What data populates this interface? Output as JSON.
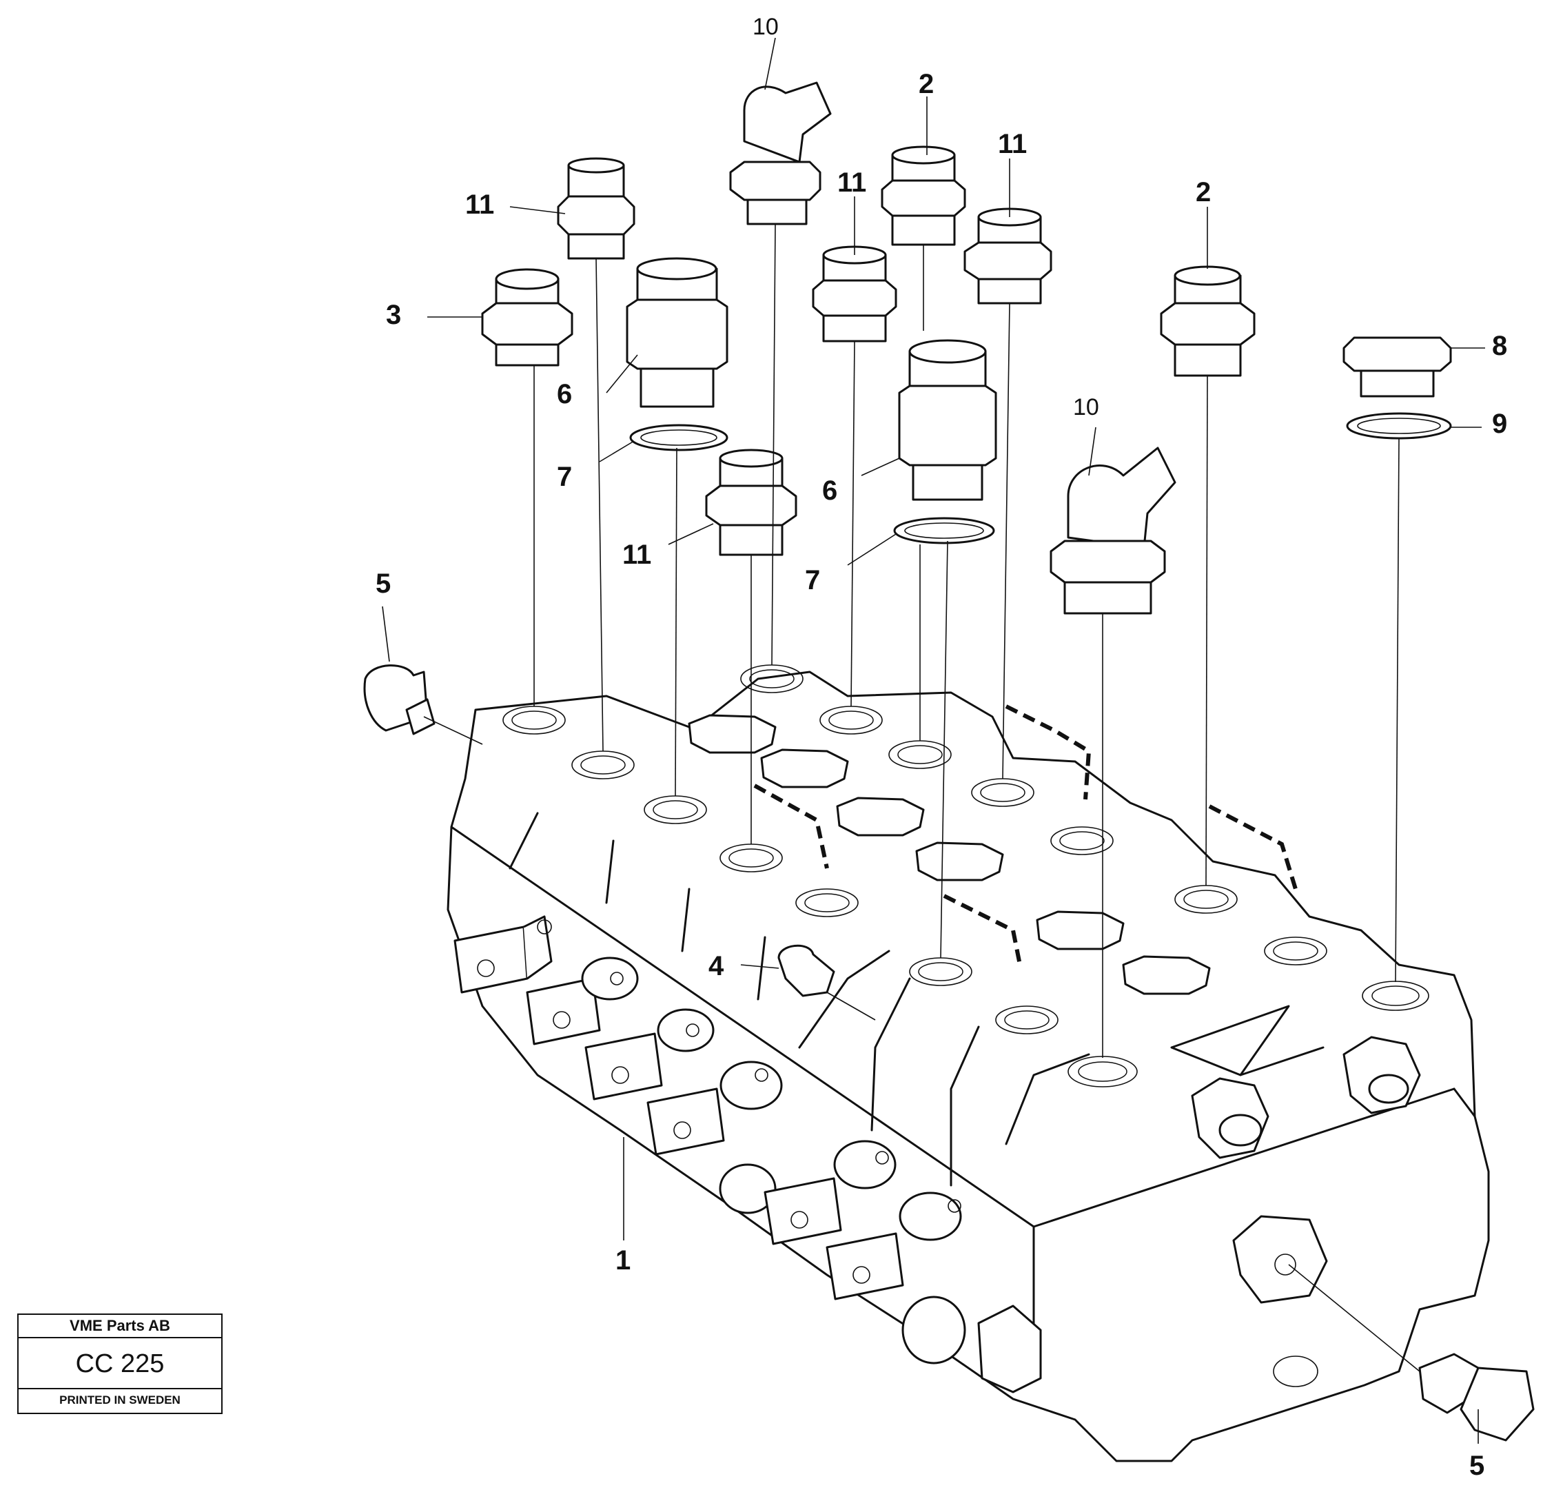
{
  "callouts": [
    {
      "id": "c10a",
      "label": "10"
    },
    {
      "id": "c2a",
      "label": "2"
    },
    {
      "id": "c11a",
      "label": "11"
    },
    {
      "id": "c11b",
      "label": "11"
    },
    {
      "id": "c11c",
      "label": "11"
    },
    {
      "id": "c2b",
      "label": "2"
    },
    {
      "id": "c3",
      "label": "3"
    },
    {
      "id": "c6a",
      "label": "6"
    },
    {
      "id": "c8",
      "label": "8"
    },
    {
      "id": "c10b",
      "label": "10"
    },
    {
      "id": "c9",
      "label": "9"
    },
    {
      "id": "c7a",
      "label": "7"
    },
    {
      "id": "c6b",
      "label": "6"
    },
    {
      "id": "c11d",
      "label": "11"
    },
    {
      "id": "c5a",
      "label": "5"
    },
    {
      "id": "c7b",
      "label": "7"
    },
    {
      "id": "c4",
      "label": "4"
    },
    {
      "id": "c1",
      "label": "1"
    },
    {
      "id": "c5b",
      "label": "5"
    }
  ],
  "title_block": {
    "company": "VME Parts AB",
    "code": "CC 225",
    "printed": "PRINTED IN SWEDEN"
  }
}
